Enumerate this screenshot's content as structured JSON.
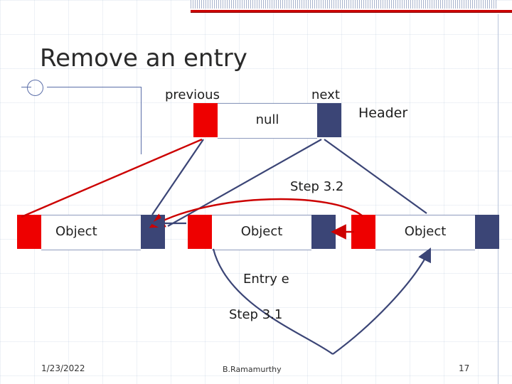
{
  "slide": {
    "title": "Remove an entry",
    "labels": {
      "previous": "previous",
      "next": "next",
      "null": "null",
      "header": "Header",
      "step32": "Step 3.2",
      "step31": "Step 3.1",
      "entry_e": "Entry e"
    },
    "nodes": [
      {
        "id": "header-node",
        "label": ""
      },
      {
        "id": "object-node-1",
        "label": "Object"
      },
      {
        "id": "object-node-2",
        "label": "Object"
      },
      {
        "id": "object-node-3",
        "label": "Object"
      }
    ],
    "colors": {
      "red": "#ee0000",
      "blue": "#3b4576",
      "arrow_blue": "#3b4576",
      "arrow_red": "#cc0000",
      "grid": "#7896be",
      "title_text": "#2a2a2a"
    }
  },
  "footer": {
    "date": "1/23/2022",
    "author": "B.Ramamurthy",
    "page": "17"
  }
}
